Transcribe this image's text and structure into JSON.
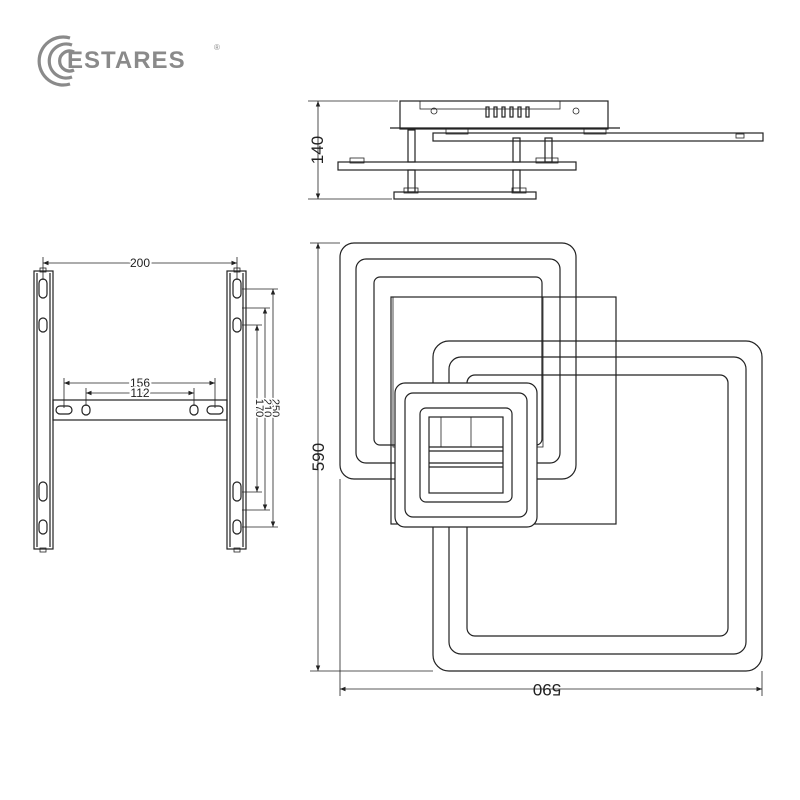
{
  "logo": {
    "brand": "ESTARES",
    "registered": "®"
  },
  "dimensions": {
    "side_height": "140",
    "plan_height": "590",
    "plan_width": "590",
    "bracket_width": "200",
    "bracket_hole_outer": "156",
    "bracket_hole_inner": "112",
    "bracket_v_250": "250",
    "bracket_v_210": "210",
    "bracket_v_170": "170"
  },
  "colors": {
    "line": "#222222",
    "logo_gray": "#8a8a8a"
  }
}
